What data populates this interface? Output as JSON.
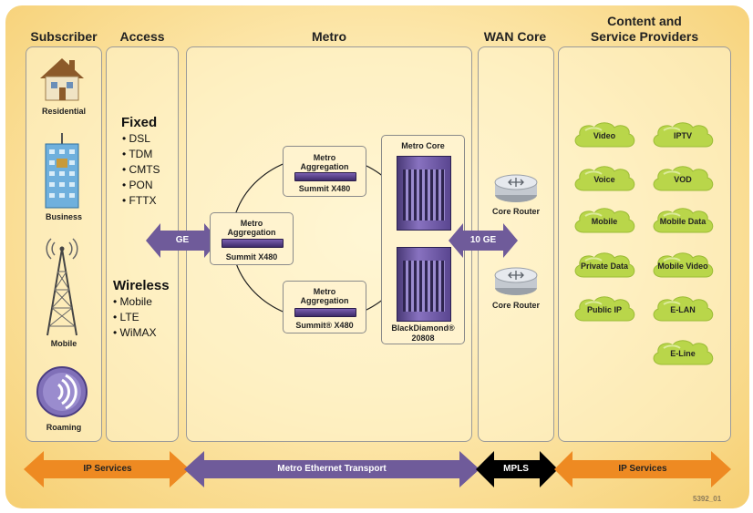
{
  "headers": {
    "subscriber": "Subscriber",
    "access": "Access",
    "metro": "Metro",
    "wan_core": "WAN Core",
    "content_line1": "Content and",
    "content_line2": "Service Providers"
  },
  "subscriber": {
    "residential": "Residential",
    "business": "Business",
    "mobile": "Mobile",
    "roaming": "Roaming"
  },
  "access": {
    "fixed_title": "Fixed",
    "fixed_items": [
      "DSL",
      "TDM",
      "CMTS",
      "PON",
      "FTTX"
    ],
    "wireless_title": "Wireless",
    "wireless_items": [
      "Mobile",
      "LTE",
      "WiMAX"
    ]
  },
  "links": {
    "ge": "GE",
    "ten_ge": "10 GE"
  },
  "metro": {
    "agg_top": {
      "title_1": "Metro",
      "title_2": "Aggregation",
      "model": "Summit X480"
    },
    "agg_left": {
      "title_1": "Metro",
      "title_2": "Aggregation",
      "model": "Summit X480"
    },
    "agg_bottom": {
      "title_1": "Metro",
      "title_2": "Aggregation",
      "model": "Summit® X480"
    },
    "core_title": "Metro Core",
    "core_model_1": "BlackDiamond®",
    "core_model_2": "20808"
  },
  "wan": {
    "router1": "Core Router",
    "router2": "Core Router"
  },
  "services": [
    "Video",
    "IPTV",
    "Voice",
    "VOD",
    "Mobile",
    "Mobile Data",
    "Private Data",
    "Mobile Video",
    "Public IP",
    "E-LAN",
    "E-Line"
  ],
  "bottom_bar": {
    "ip_services_left": "IP Services",
    "metro_ethernet": "Metro Ethernet Transport",
    "mpls": "MPLS",
    "ip_services_right": "IP Services"
  },
  "figure_id": "5392_01",
  "colors": {
    "orange": "#ee8a22",
    "purple": "#6f5b9a",
    "black": "#000000",
    "cloud": "#b9d64a"
  }
}
